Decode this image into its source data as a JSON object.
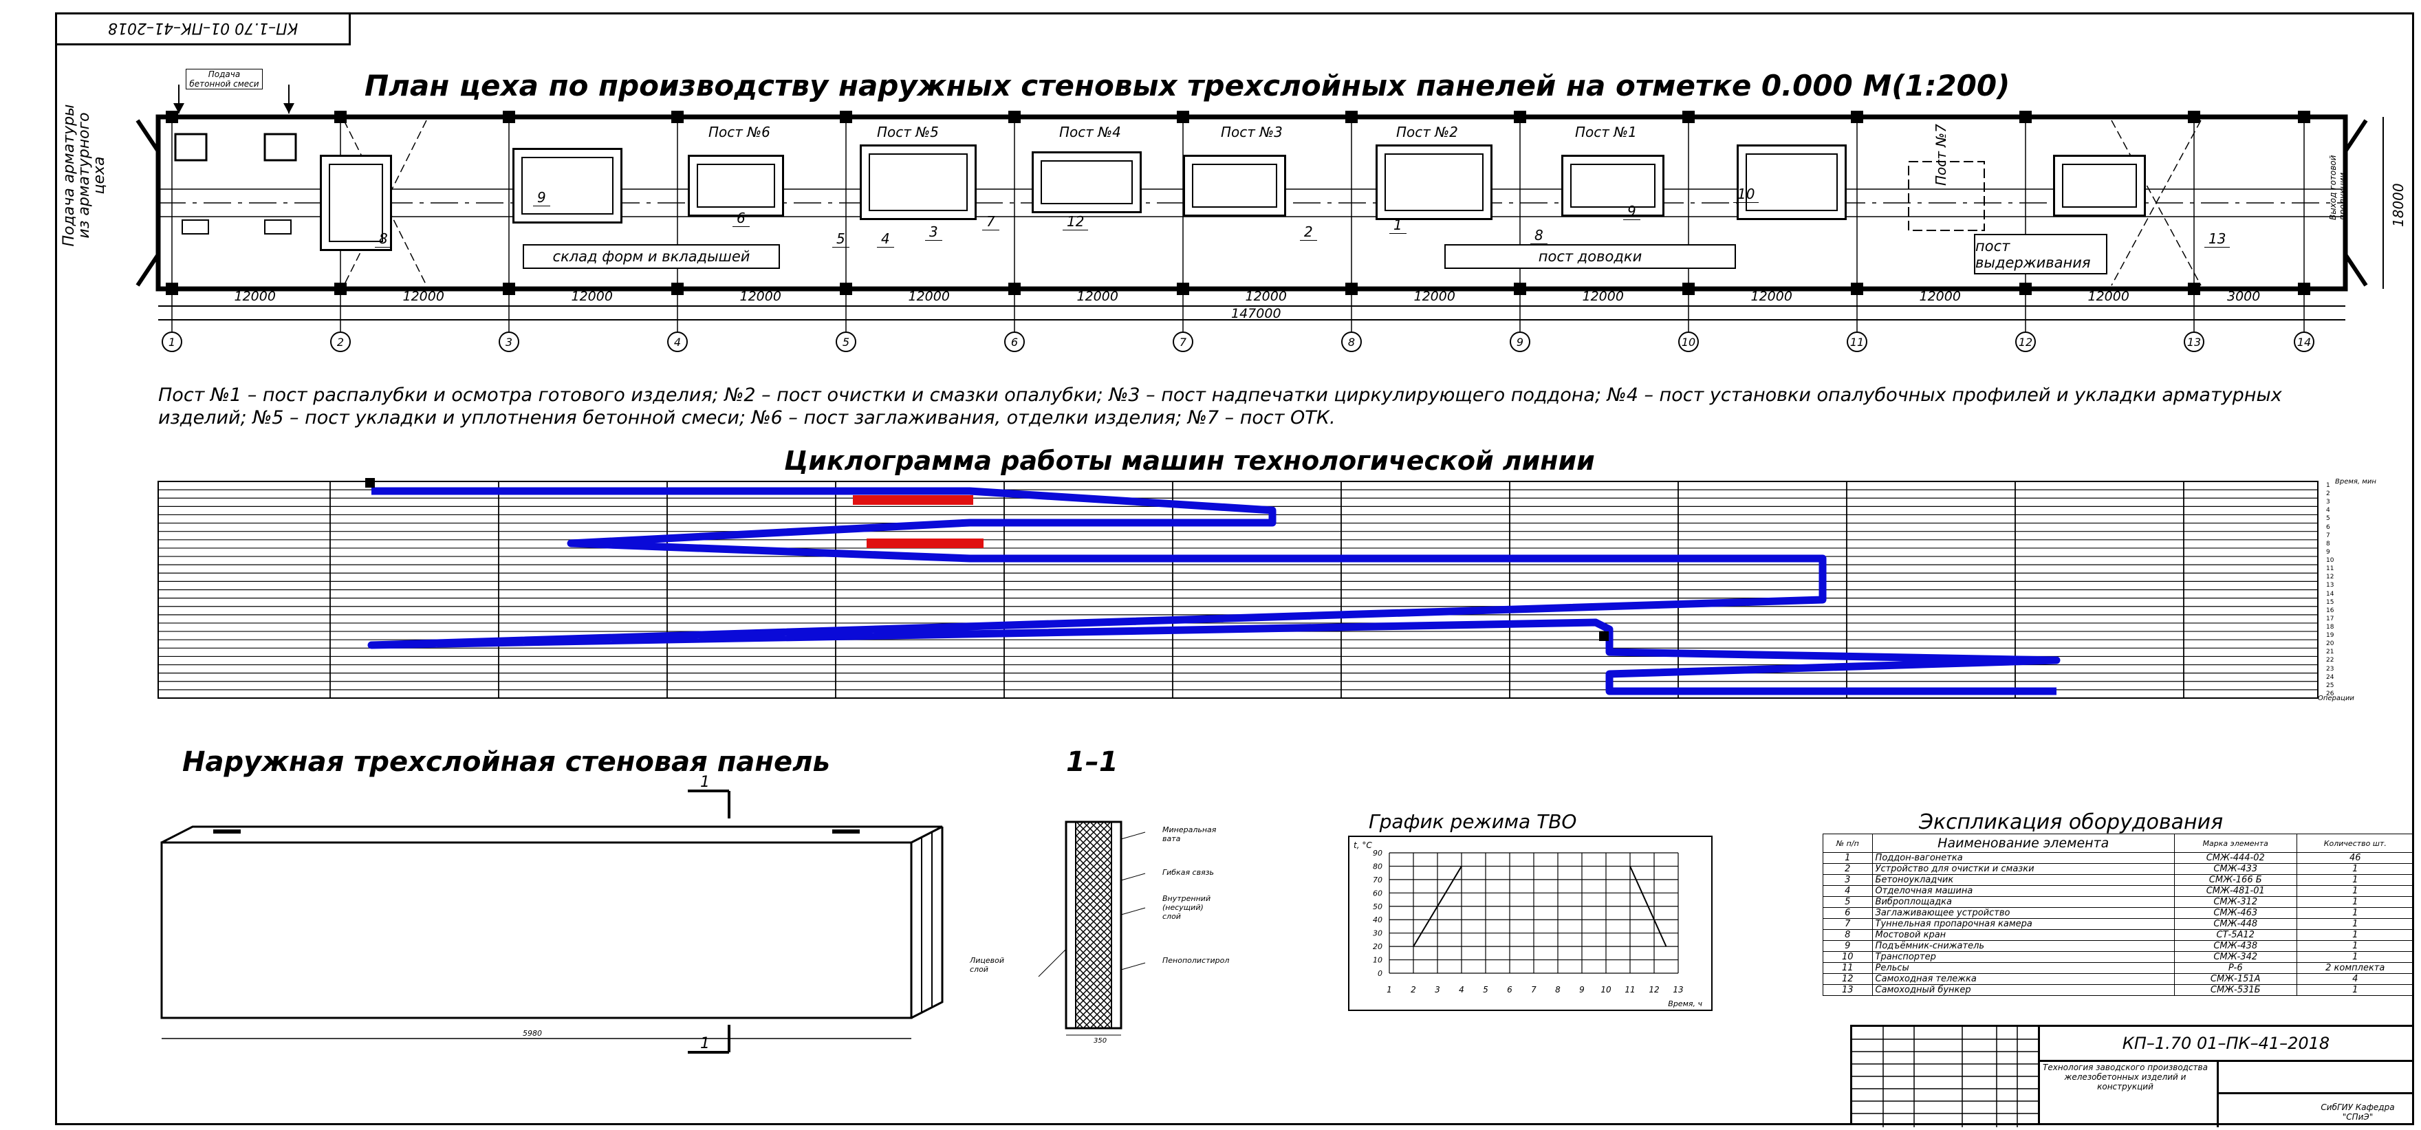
{
  "stamp_top": "КП–1.70 01–ПК–41–2018",
  "plan": {
    "title": "План цеха по производству наружных стеновых трехслойных панелей  на отметке 0.000 М(1:200)",
    "side_label": "Подача арматуры из арматурного цеха",
    "concrete_label": "Подача бетонной смеси",
    "right_label": "Выход готовой продукции",
    "height_dim": "18000",
    "posts": [
      "Пост №6",
      "Пост №5",
      "Пост №4",
      "Пост №3",
      "Пост №2",
      "Пост №1",
      "Пост №7"
    ],
    "box_labels": [
      "склад форм и вкладышей",
      "пост доводки",
      "пост выдерживания"
    ],
    "spans": [
      "12000",
      "12000",
      "12000",
      "12000",
      "12000",
      "12000",
      "12000",
      "12000",
      "12000",
      "12000",
      "12000",
      "12000",
      "3000"
    ],
    "total_dim": "147000",
    "axes": [
      "1",
      "2",
      "3",
      "4",
      "5",
      "6",
      "7",
      "8",
      "9",
      "10",
      "11",
      "12",
      "13",
      "14"
    ],
    "callouts": [
      "8",
      "9",
      "6",
      "5",
      "4",
      "3",
      "7",
      "12",
      "10",
      "2",
      "1",
      "9",
      "8",
      "13"
    ]
  },
  "legend": "Пост №1 – пост распалубки и осмотра готового изделия; №2 – пост очистки и смазки опалубки; №3 – пост надпечатки циркулирующего поддона; №4 – пост установки опалубочных профилей и укладки арматурных изделий; №5 – пост укладки и уплотнения бетонной смеси; №6 – пост заглаживания, отделки изделия; №7 – пост ОТК.",
  "cyclogram": {
    "title": "Циклограмма работы машин технологической линии",
    "right_header": "Время, мин",
    "right_footer": "Операции",
    "row_numbers": [
      "1",
      "2",
      "3",
      "4",
      "5",
      "6",
      "7",
      "8",
      "9",
      "10",
      "11",
      "12",
      "13",
      "14",
      "15",
      "16",
      "17",
      "18",
      "19",
      "20",
      "21",
      "22",
      "23",
      "24",
      "25",
      "26"
    ],
    "colors": {
      "main": "#0a0ad8",
      "secondary": "#e01010"
    }
  },
  "panel": {
    "title": "Наружная трехслойная стеновая панель",
    "section_label": "1–1",
    "cut_mark": "1",
    "length_dim": "5980",
    "layers": [
      "Минеральная вата",
      "Гибкая связь",
      "Внутренний (несущий) слой",
      "Лицевой слой",
      "Пенополистирол"
    ],
    "thickness_dim": "350"
  },
  "chart_data": {
    "type": "line",
    "title": "График режима ТВО",
    "ylabel": "t, °C",
    "xlabel": "Время, ч",
    "x_ticks": [
      "1",
      "2",
      "3",
      "4",
      "5",
      "6",
      "7",
      "8",
      "9",
      "10",
      "11",
      "12",
      "13"
    ],
    "y_ticks": [
      "0",
      "10",
      "20",
      "30",
      "40",
      "50",
      "60",
      "70",
      "80",
      "90"
    ],
    "ylim": [
      0,
      90
    ],
    "series": [
      {
        "x": [
          2,
          4,
          5,
          11,
          12.5
        ],
        "y": [
          20,
          80,
          80,
          80,
          20
        ]
      }
    ]
  },
  "explication": {
    "title": "Экспликация оборудования",
    "headers": [
      "№ п/п",
      "Наименование элемента",
      "Марка элемента",
      "Количество шт."
    ],
    "rows": [
      [
        "1",
        "Поддон-вагонетка",
        "СМЖ-444-02",
        "46"
      ],
      [
        "2",
        "Устройство для очистки и смазки",
        "СМЖ-433",
        "1"
      ],
      [
        "3",
        "Бетоноукладчик",
        "СМЖ-166 Б",
        "1"
      ],
      [
        "4",
        "Отделочная машина",
        "СМЖ-481-01",
        "1"
      ],
      [
        "5",
        "Виброплощадка",
        "СМЖ-312",
        "1"
      ],
      [
        "6",
        "Заглаживающее устройство",
        "СМЖ-463",
        "1"
      ],
      [
        "7",
        "Туннельная пропарочная камера",
        "СМЖ-448",
        "1"
      ],
      [
        "8",
        "Мостовой кран",
        "СТ-5А12",
        "1"
      ],
      [
        "9",
        "Подъёмник-снижатель",
        "СМЖ-438",
        "1"
      ],
      [
        "10",
        "Транспортер",
        "СМЖ-342",
        "1"
      ],
      [
        "11",
        "Рельсы",
        "Р-6",
        "2 комплекта"
      ],
      [
        "12",
        "Самоходная тележка",
        "СМЖ-151А",
        "4"
      ],
      [
        "13",
        "Самоходный бункер",
        "СМЖ-531Б",
        "1"
      ]
    ]
  },
  "title_block": {
    "code": "КП–1.70 01–ПК–41–2018",
    "description": "Технология заводского производства железобетонных изделий и конструкций",
    "org": "СибГИУ Кафедра \"СПиЭ\""
  }
}
